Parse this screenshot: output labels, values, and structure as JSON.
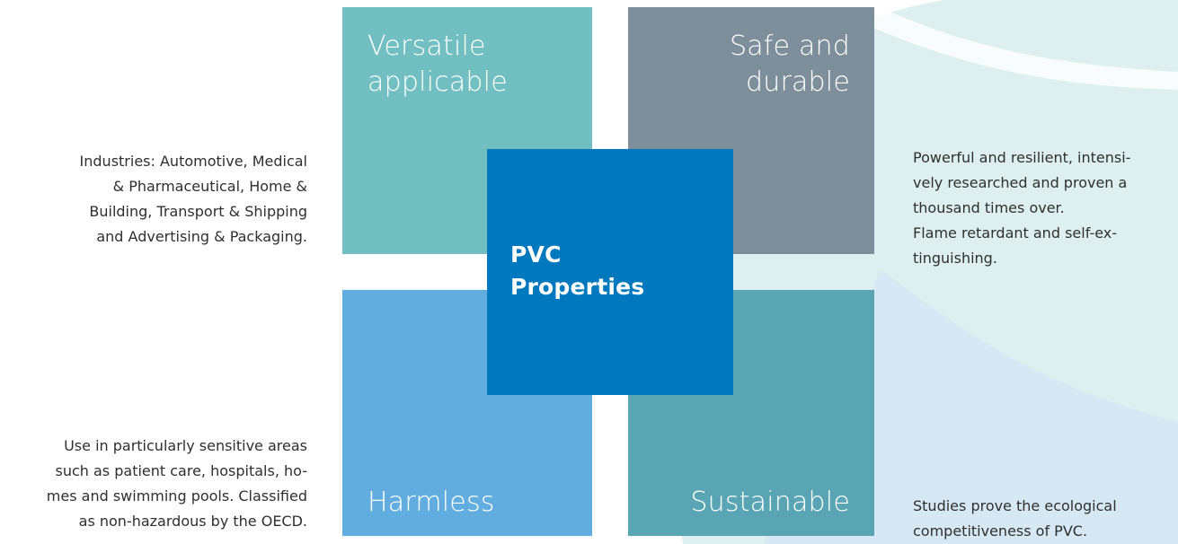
{
  "colors": {
    "tile_versatile": "#72bfc1",
    "tile_safe": "#7e8f9c",
    "tile_harmless": "#62ade0",
    "tile_sustainable": "#5aa5b3",
    "tile_center": "#0279bf",
    "background_shape_light_teal": "#ddf0ef",
    "background_shape_light_blue": "#d6e8f3"
  },
  "diagram": {
    "center": {
      "lines": [
        "PVC",
        "Properties"
      ]
    },
    "tiles": {
      "top_left": {
        "lines": [
          "Versatile",
          "applicable"
        ]
      },
      "top_right": {
        "lines": [
          "Safe and",
          "durable"
        ]
      },
      "bottom_left": {
        "lines": [
          "Harmless"
        ]
      },
      "bottom_right": {
        "lines": [
          "Sustainable"
        ]
      }
    },
    "descriptions": {
      "top_left": [
        "Industries: Automotive, Medical",
        "& Pharmaceutical, Home &",
        "Building, Transport & Shipping",
        "and Advertising & Packaging."
      ],
      "bottom_left": [
        "Use in particularly sensitive areas",
        "such as patient care, hospitals, ho-",
        "mes and swimming pools. Classified",
        "as non-hazardous by the OECD."
      ],
      "top_right": [
        "Powerful and resilient, intensi-",
        "vely researched and proven a",
        "thousand times over.",
        "Flame retardant and self-ex-",
        "tinguishing."
      ],
      "bottom_right": [
        "Studies prove the ecological",
        "competitiveness of PVC."
      ]
    }
  }
}
